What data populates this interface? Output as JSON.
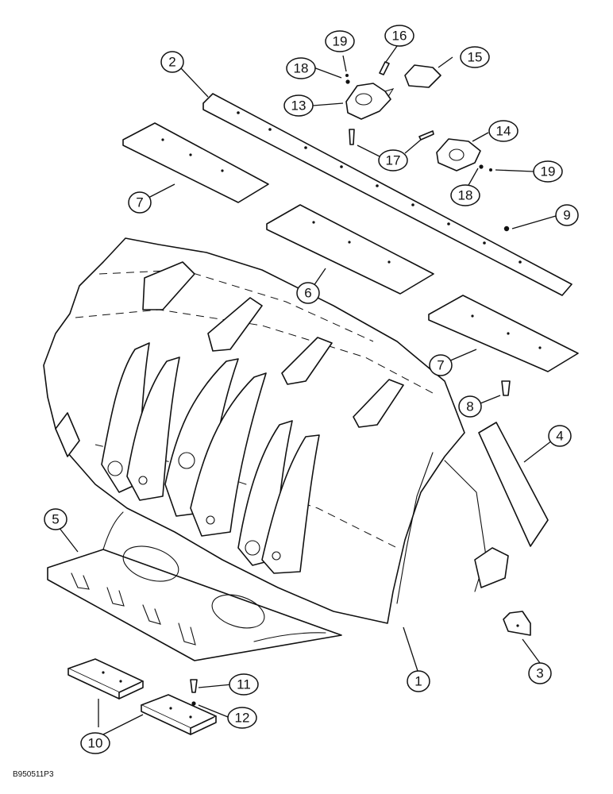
{
  "figure": {
    "drawing_code": "B950511P3",
    "callouts": [
      {
        "id": "c1",
        "label": "1"
      },
      {
        "id": "c2",
        "label": "2"
      },
      {
        "id": "c3",
        "label": "3"
      },
      {
        "id": "c4",
        "label": "4"
      },
      {
        "id": "c5",
        "label": "5"
      },
      {
        "id": "c6",
        "label": "6"
      },
      {
        "id": "c7a",
        "label": "7"
      },
      {
        "id": "c7b",
        "label": "7"
      },
      {
        "id": "c8",
        "label": "8"
      },
      {
        "id": "c9",
        "label": "9"
      },
      {
        "id": "c10",
        "label": "10"
      },
      {
        "id": "c11",
        "label": "11"
      },
      {
        "id": "c12",
        "label": "12"
      },
      {
        "id": "c13",
        "label": "13"
      },
      {
        "id": "c14",
        "label": "14"
      },
      {
        "id": "c15",
        "label": "15"
      },
      {
        "id": "c16",
        "label": "16"
      },
      {
        "id": "c17",
        "label": "17"
      },
      {
        "id": "c18a",
        "label": "18"
      },
      {
        "id": "c18b",
        "label": "18"
      },
      {
        "id": "c19a",
        "label": "19"
      },
      {
        "id": "c19b",
        "label": "19"
      }
    ]
  }
}
